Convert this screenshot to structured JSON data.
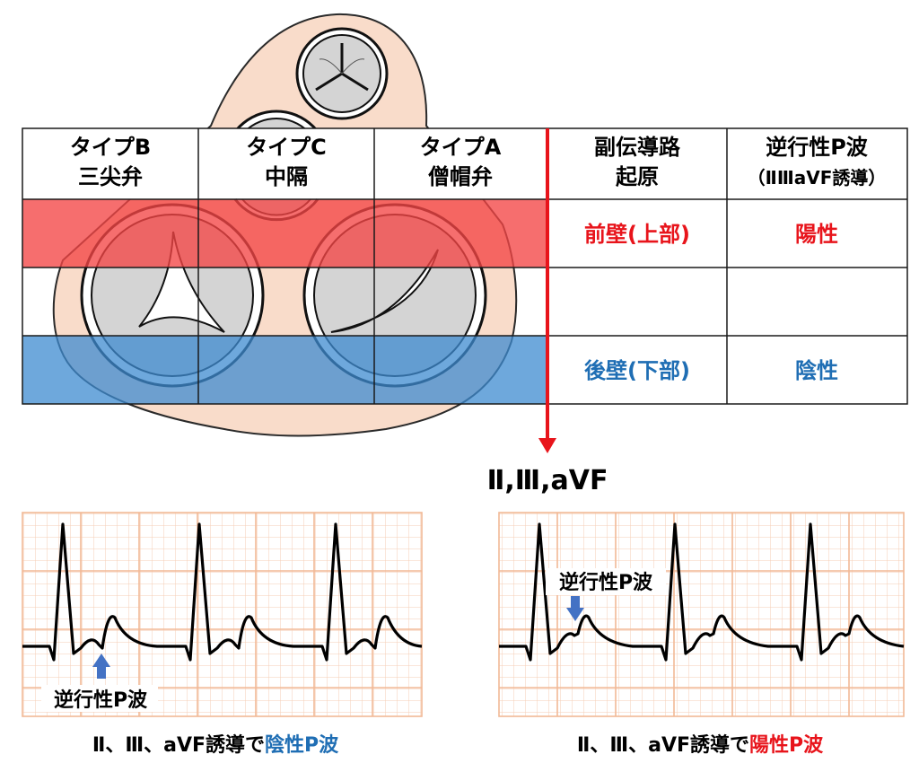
{
  "table": {
    "columns": [
      {
        "line1": "タイプB",
        "line2": "三尖弁"
      },
      {
        "line1": "タイプC",
        "line2": "中隔"
      },
      {
        "line1": "タイプA",
        "line2": "僧帽弁"
      },
      {
        "line1": "副伝導路",
        "line2": "起原"
      },
      {
        "line1": "逆行性P波",
        "line2": "（ⅡⅢaVF誘導）"
      }
    ],
    "rows": [
      {
        "origin": "前壁(上部)",
        "p_wave": "陽性",
        "color": "#e8141b"
      },
      {
        "origin": "",
        "p_wave": "",
        "color": "#000000"
      },
      {
        "origin": "後壁(下部)",
        "p_wave": "陰性",
        "color": "#1f6eb4"
      }
    ]
  },
  "leads_label": "Ⅱ,Ⅲ,aVF",
  "ecg_left": {
    "annotation": "逆行性P波",
    "caption_prefix": "Ⅱ、Ⅲ、aVF誘導で",
    "caption_highlight": "陰性P波",
    "highlight_color": "#1f6eb4"
  },
  "ecg_right": {
    "annotation": "逆行性P波",
    "caption_prefix": "Ⅱ、Ⅲ、aVF誘導で",
    "caption_highlight": "陽性P波",
    "highlight_color": "#e8141b"
  },
  "colors": {
    "red_band": "#f45a5a",
    "blue_band": "#4f93cf",
    "heart_fill": "#f9dcca",
    "grid": "#f2b996",
    "arrow_red": "#e8141b",
    "arrow_blue": "#4472c4"
  }
}
